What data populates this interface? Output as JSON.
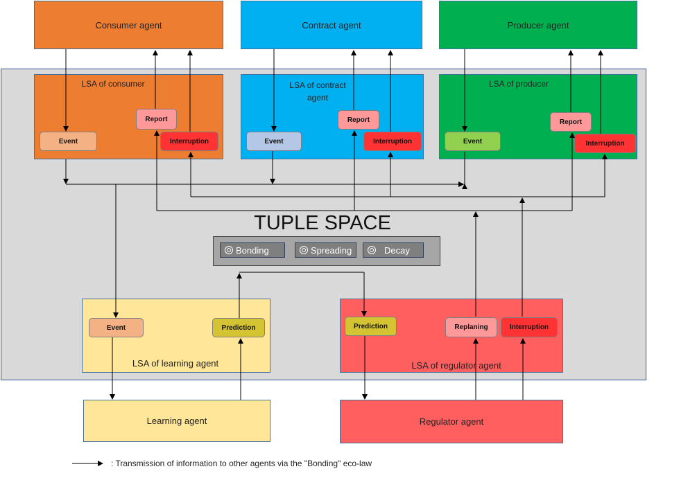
{
  "agents": {
    "consumer": "Consumer  agent",
    "contract": "Contract agent",
    "producer": "Producer  agent",
    "learning": "Learning agent",
    "regulator": "Regulator agent"
  },
  "lsa": {
    "consumer": "LSA of consumer",
    "contract": "LSA of contract agent",
    "producer": "LSA of producer",
    "learning": "LSA of learning agent",
    "regulator": "LSA of regulator agent"
  },
  "pills": {
    "event": "Event",
    "report": "Report",
    "interruption": "Interruption",
    "prediction": "Prediction",
    "replaning": "Replaning"
  },
  "tuple_space": {
    "title": "TUPLE SPACE",
    "laws": [
      "Bonding",
      "Spreading",
      "Decay"
    ]
  },
  "legend": ": Transmission  of information  to other agents via the \"Bonding\" eco-law",
  "colors": {
    "orange": "#ed7d31",
    "blue": "#00b0f0",
    "green": "#00b050",
    "yellow": "#ffe699",
    "red": "#ff5f5f",
    "tuple_bg": "#d9d9d9"
  }
}
